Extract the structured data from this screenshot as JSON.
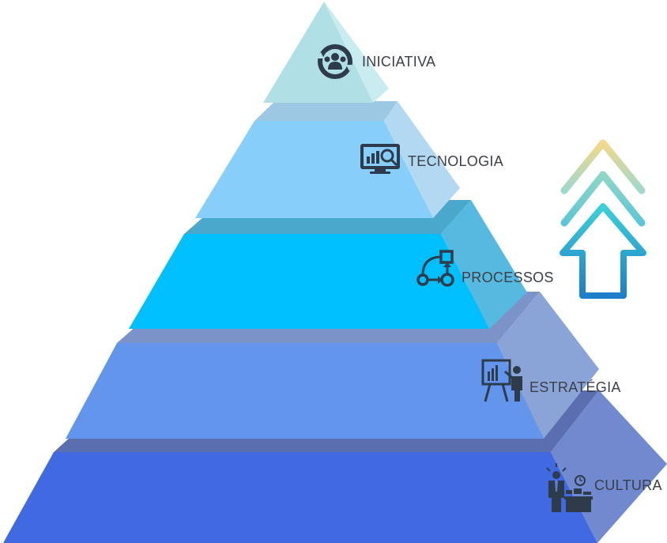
{
  "pyramid": {
    "levels": [
      {
        "id": "iniciativa",
        "label": "INICIATIVA",
        "icon": "people-cycle-icon",
        "front": "#b0e0e6",
        "side": "#c8ecef",
        "top": "#9fd0dc"
      },
      {
        "id": "tecnologia",
        "label": "TECNOLOGIA",
        "icon": "monitor-analytics-icon",
        "front": "#87cefa",
        "side": "#b3d9f2",
        "top": "#9cc8e4"
      },
      {
        "id": "processos",
        "label": "PROCESSOS",
        "icon": "process-flow-icon",
        "front": "#00bfff",
        "side": "#56b9e0",
        "top": "#4aa8cc"
      },
      {
        "id": "estrategia",
        "label": "ESTRATÉGIA",
        "icon": "presentation-icon",
        "front": "#6495ed",
        "side": "#8aa4d8",
        "top": "#7b93c9"
      },
      {
        "id": "cultura",
        "label": "CULTURA",
        "icon": "office-worker-icon",
        "front": "#4169e1",
        "side": "#7189cf",
        "top": "#5b6fb0"
      }
    ]
  },
  "growth_arrow": {
    "icon": "up-arrow-icon"
  }
}
